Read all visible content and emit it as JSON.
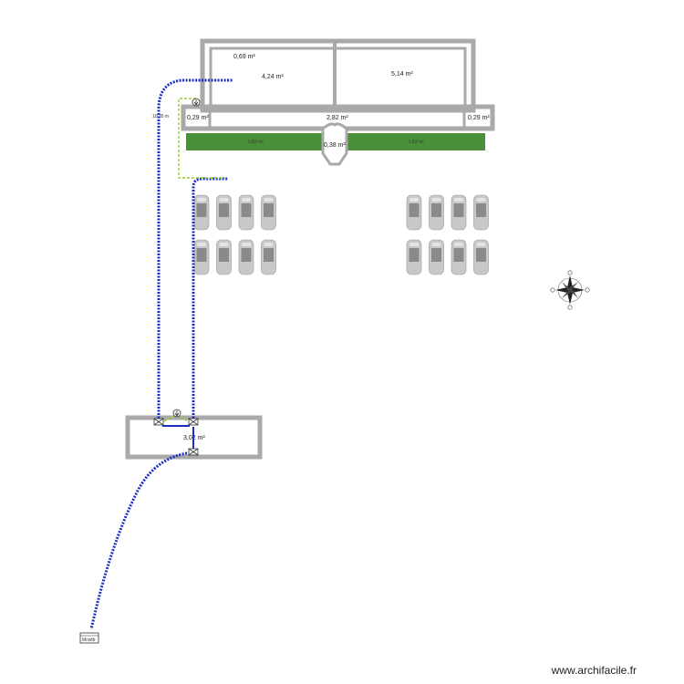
{
  "plan": {
    "rooms": {
      "upper_small": "0,69 m²",
      "room_left": "4,24 m²",
      "room_right": "5,14 m²",
      "strip_left": "0,29 m²",
      "strip_center": "2,82 m²",
      "strip_right": "0,29 m²",
      "bump": "0,38 m²",
      "lower_building": "3,02 m²"
    },
    "lawns": {
      "left": "1,83 m²",
      "right": "1,62 m²"
    },
    "pipe_length": "10,35 m",
    "meter_label": "Mcwtb",
    "cars": {
      "left_rows": 2,
      "left_cols": 4,
      "right_rows": 2,
      "right_cols": 4
    }
  },
  "colors": {
    "wall": "#a9a9a9",
    "lawn": "#4a8f3a",
    "water_pipe": "#1c2fc4",
    "drain_pipe": "#8fd12a",
    "car_body": "#c8c8c8",
    "car_glass": "#8a8a8a"
  },
  "watermark": "www.archifacile.fr"
}
